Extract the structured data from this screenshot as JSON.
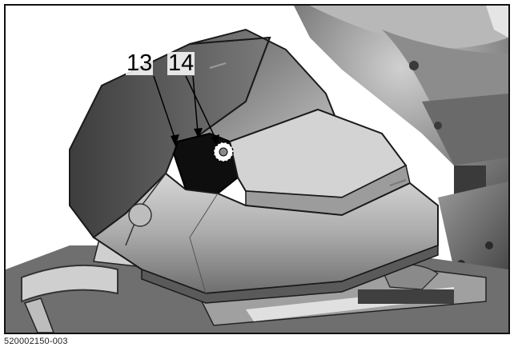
{
  "figure": {
    "callouts": [
      {
        "id": "13"
      },
      {
        "id": "14"
      }
    ],
    "figure_id": "520002150-003"
  }
}
